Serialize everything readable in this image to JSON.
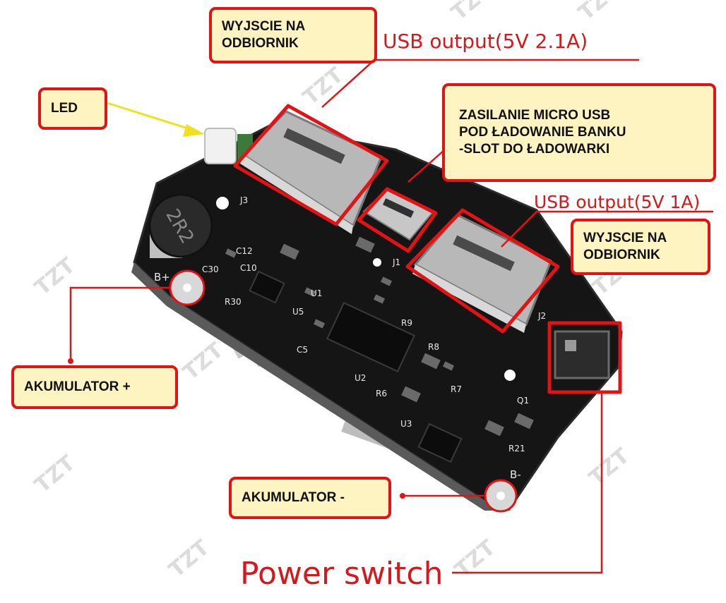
{
  "callouts": {
    "output_top": [
      "WYJSCIE NA",
      "ODBIORNIK"
    ],
    "led": "LED",
    "micro_usb": [
      "ZASILANIE MICRO USB",
      "POD ŁADOWANIE  BANKU",
      "-SLOT DO  ŁADOWARKI"
    ],
    "output_right": [
      "WYJSCIE NA",
      "ODBIORNIK"
    ],
    "battery_plus": "AKUMULATOR +",
    "battery_minus": "AKUMULATOR -"
  },
  "labels": {
    "usb_21a": "USB output(5V 2.1A)",
    "usb_1a": "USB output(5V 1A)",
    "power_switch": "Power switch"
  },
  "board": {
    "inductor_marking": "2R2",
    "silk": {
      "b_plus": "B+",
      "b_minus": "B-",
      "j3": "J3",
      "j2": "J2",
      "j1": "J1",
      "u1": "U1",
      "u2": "U2",
      "u3": "U3",
      "u5": "U5",
      "r30": "R30",
      "c30": "C30",
      "c12": "C12",
      "c10": "C10",
      "c5": "C5",
      "q1": "Q1",
      "r8": "R8",
      "r6": "R6",
      "r7": "R7",
      "r9": "R9",
      "r21": "R21"
    }
  },
  "watermark": "TZT",
  "colors": {
    "callout_border": "#e01414",
    "callout_fill": "#fdf4c2",
    "annotation_red": "#d4181c",
    "led_arrow": "#f0e020",
    "pcb": "#151515"
  }
}
